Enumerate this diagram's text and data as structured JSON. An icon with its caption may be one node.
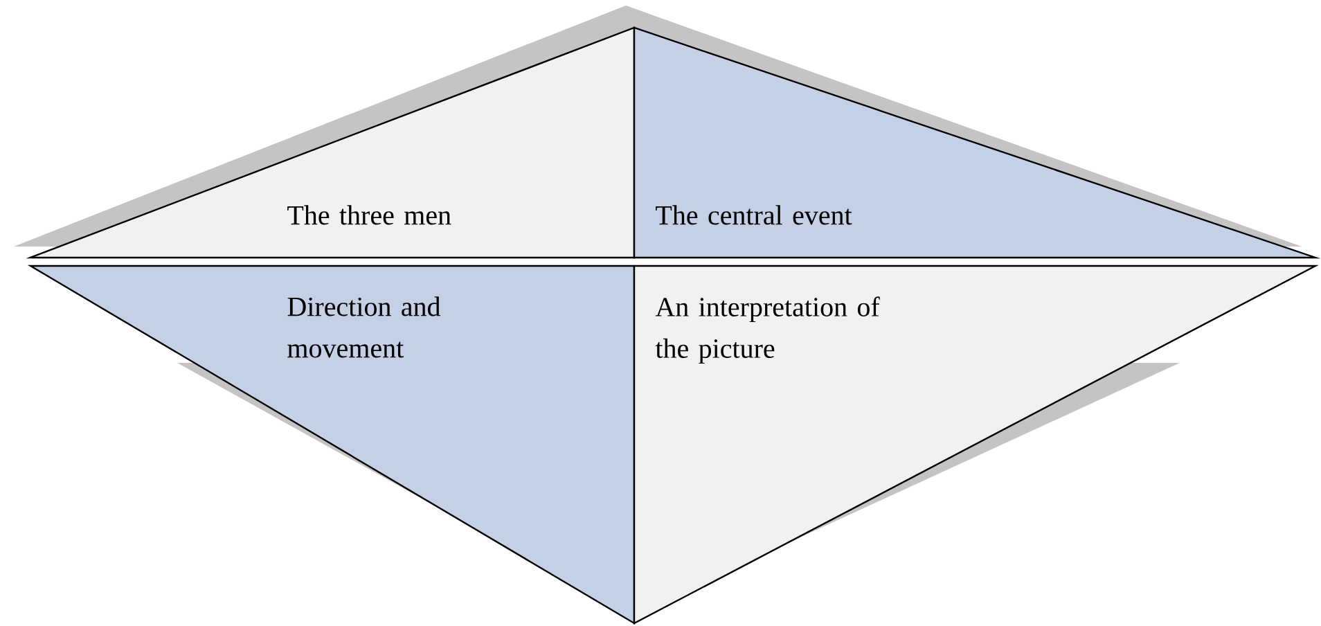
{
  "diagram": {
    "nodes": [
      {
        "text": [
          "The three men"
        ]
      },
      {
        "text": [
          "The central event"
        ]
      },
      {
        "text": [
          "Direction and movement"
        ]
      },
      {
        "text": [
          "An interpretation of the picture"
        ]
      }
    ]
  }
}
